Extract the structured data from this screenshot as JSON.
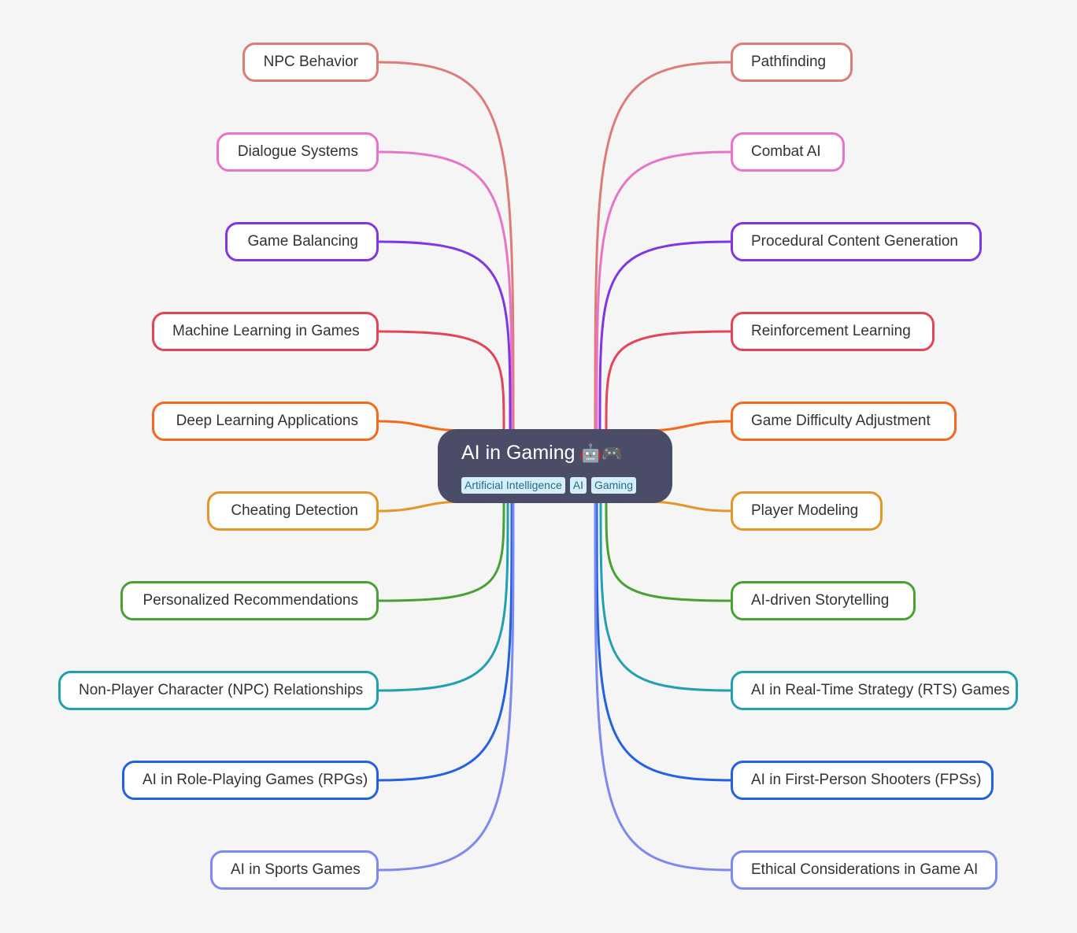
{
  "root": {
    "title": "AI in Gaming",
    "emoji": "🤖🎮",
    "tags": [
      "Artificial Intelligence",
      "AI",
      "Gaming"
    ]
  },
  "left_branches": [
    {
      "label": "NPC Behavior",
      "color": "#dd7b78"
    },
    {
      "label": "Dialogue Systems",
      "color": "#e874c9"
    },
    {
      "label": "Game Balancing",
      "color": "#8236e2"
    },
    {
      "label": "Machine Learning in Games",
      "color": "#e24458"
    },
    {
      "label": "Deep Learning Applications",
      "color": "#f46a1c"
    },
    {
      "label": "Cheating Detection",
      "color": "#e5962a"
    },
    {
      "label": "Personalized Recommendations",
      "color": "#47a233"
    },
    {
      "label": "Non-Player Character (NPC) Relationships",
      "color": "#22a0ae"
    },
    {
      "label": "AI in Role-Playing Games (RPGs)",
      "color": "#2361e0"
    },
    {
      "label": "AI in Sports Games",
      "color": "#7b8af0"
    }
  ],
  "right_branches": [
    {
      "label": "Pathfinding",
      "color": "#dd7b78"
    },
    {
      "label": "Combat AI",
      "color": "#e874c9"
    },
    {
      "label": "Procedural Content Generation",
      "color": "#8236e2"
    },
    {
      "label": "Reinforcement Learning",
      "color": "#e24458"
    },
    {
      "label": "Game Difficulty Adjustment",
      "color": "#f46a1c"
    },
    {
      "label": "Player Modeling",
      "color": "#e5962a"
    },
    {
      "label": "AI-driven Storytelling",
      "color": "#47a233"
    },
    {
      "label": "AI in Real-Time Strategy (RTS) Games",
      "color": "#22a0ae"
    },
    {
      "label": "AI in First-Person Shooters (FPSs)",
      "color": "#2361e0"
    },
    {
      "label": "Ethical Considerations in Game AI",
      "color": "#7b8af0"
    }
  ]
}
